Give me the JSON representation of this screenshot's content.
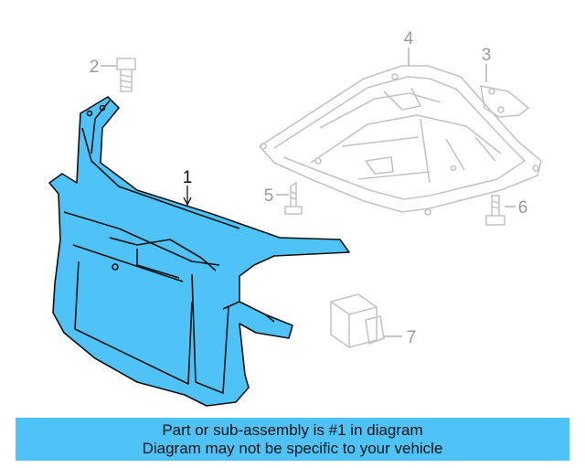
{
  "callouts": {
    "c1": "1",
    "c2": "2",
    "c3": "3",
    "c4": "4",
    "c5": "5",
    "c6": "6",
    "c7": "7"
  },
  "caption": {
    "line1": "Part or sub-assembly is #1 in diagram",
    "line2": "Diagram may not be specific to your vehicle"
  },
  "colors": {
    "highlight_part": "#4fc3f7",
    "caption_bg": "#4fc3f7",
    "ghost_parts": "#b5b5b5"
  }
}
